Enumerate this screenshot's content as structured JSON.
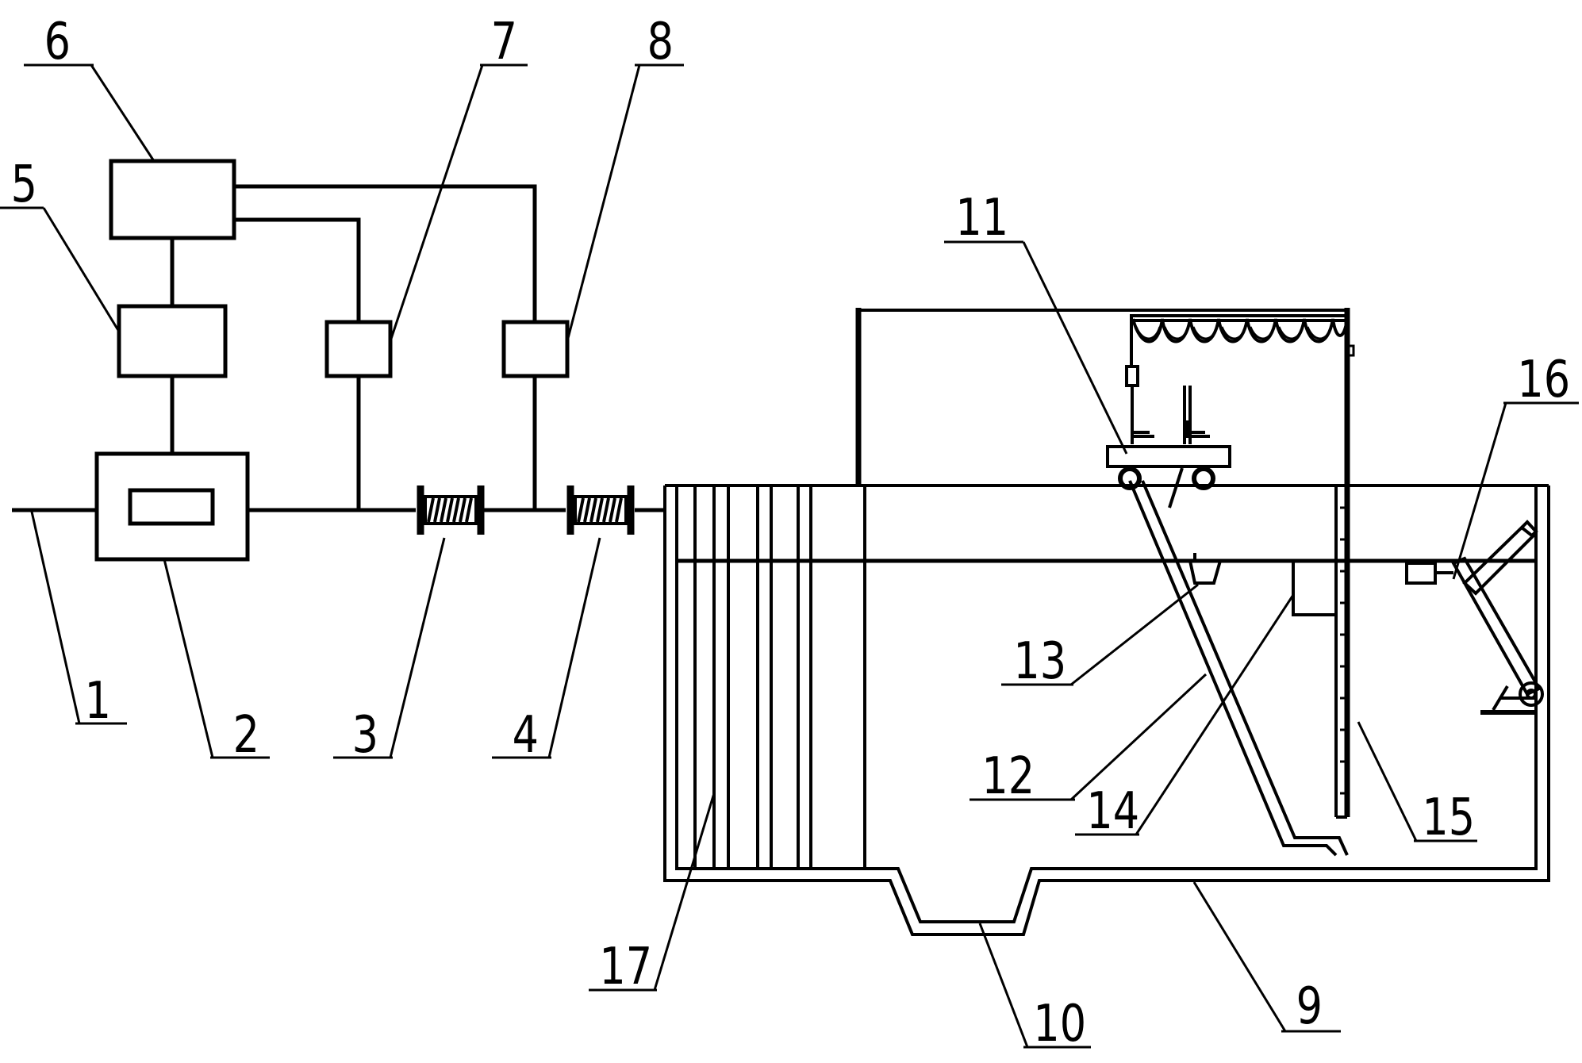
{
  "diagram": {
    "stroke_color": "#000000",
    "background": "#ffffff",
    "labels": {
      "l1": "1",
      "l2": "2",
      "l3": "3",
      "l4": "4",
      "l5": "5",
      "l6": "6",
      "l7": "7",
      "l8": "8",
      "l9": "9",
      "l10": "10",
      "l11": "11",
      "l12": "12",
      "l13": "13",
      "l14": "14",
      "l15": "15",
      "l16": "16",
      "l17": "17"
    }
  }
}
